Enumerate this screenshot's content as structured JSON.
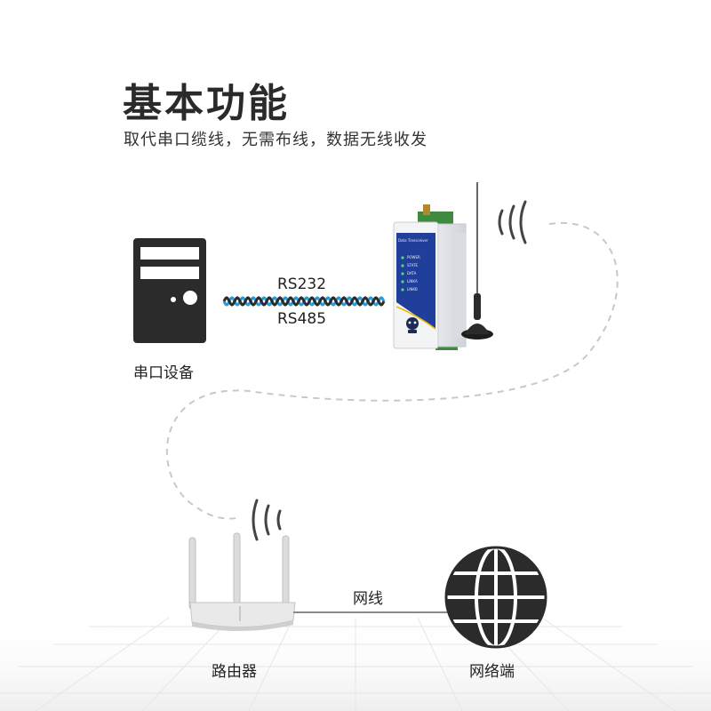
{
  "header": {
    "title": "基本功能",
    "subtitle": "取代串口缆线，无需布线，数据无线收发"
  },
  "nodes": {
    "serial_device": {
      "label": "串口设备"
    },
    "router": {
      "label": "路由器"
    },
    "network": {
      "label": "网络端"
    },
    "transceiver": {
      "brand_text": "Data Transceiver",
      "indicators": [
        "POWER",
        "STATE",
        "DATA",
        "LINKA",
        "LINKB"
      ]
    }
  },
  "links": {
    "rs232_label": "RS232",
    "rs485_label": "RS485",
    "cable_label": "网线"
  },
  "colors": {
    "dark": "#2b2b2b",
    "device_blue": "#1f3f9a",
    "cable_blue": "#2a9ad6",
    "dashed_line": "#c8c8c8",
    "led_green": "#55d66b"
  }
}
